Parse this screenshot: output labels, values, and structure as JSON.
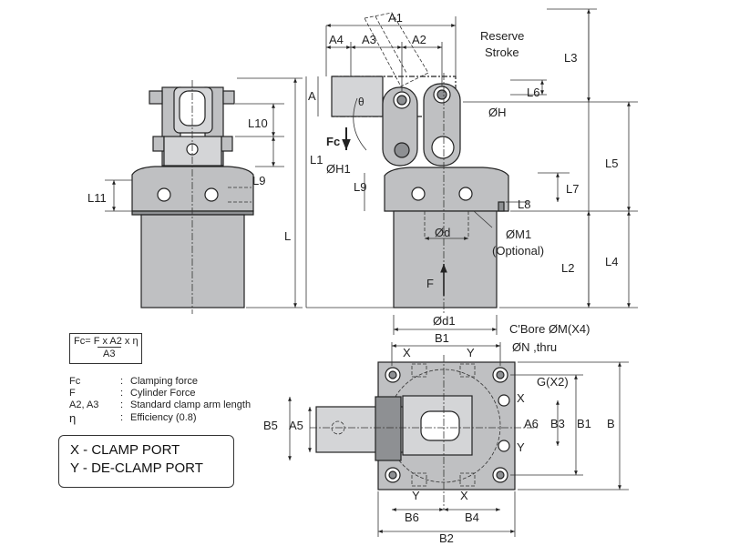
{
  "formula": {
    "top": "Fc= F x A2 x η",
    "bottom": "A3"
  },
  "legend": [
    {
      "sym": "Fc",
      "sep": ":",
      "desc": "Clamping force"
    },
    {
      "sym": "F",
      "sep": ":",
      "desc": "Cylinder Force"
    },
    {
      "sym": "A2, A3",
      "sep": ":",
      "desc": "Standard clamp arm length"
    },
    {
      "sym": "η",
      "sep": ":",
      "desc": "Efficiency (0.8)"
    }
  ],
  "ports": {
    "x": "X - CLAMP PORT",
    "y": "Y - DE-CLAMP PORT"
  },
  "side_view": {
    "L10": "L10",
    "L9": "L9",
    "L11": "L11",
    "L": "L"
  },
  "front_view": {
    "A1": "A1",
    "A4": "A4",
    "A3": "A3",
    "A2": "A2",
    "A": "A",
    "reserve1": "Reserve",
    "reserve2": "Stroke",
    "theta": "θ",
    "L6": "L6",
    "H": "ØH",
    "Fc": "Fc",
    "L1": "L1",
    "H1": "ØH1",
    "L9": "L9",
    "L3": "L3",
    "L5": "L5",
    "L7": "L7",
    "L8": "L8",
    "d": "Ød",
    "M1": "ØM1",
    "optional": "(Optional)",
    "L2": "L2",
    "L4": "L4",
    "F": "F",
    "d1": "Ød1"
  },
  "top_view": {
    "cbore": "C'Bore ØM(X4)",
    "N": "ØN ,thru",
    "B1top": "B1",
    "X": "X",
    "Y": "Y",
    "G": "G(X2)",
    "Xr": "X",
    "Yr": "Y",
    "B5": "B5",
    "A5": "A5",
    "A6": "A6",
    "B3": "B3",
    "B1r": "B1",
    "B": "B",
    "Yb": "Y",
    "Xb": "X",
    "B6": "B6",
    "B4": "B4",
    "B2": "B2"
  }
}
